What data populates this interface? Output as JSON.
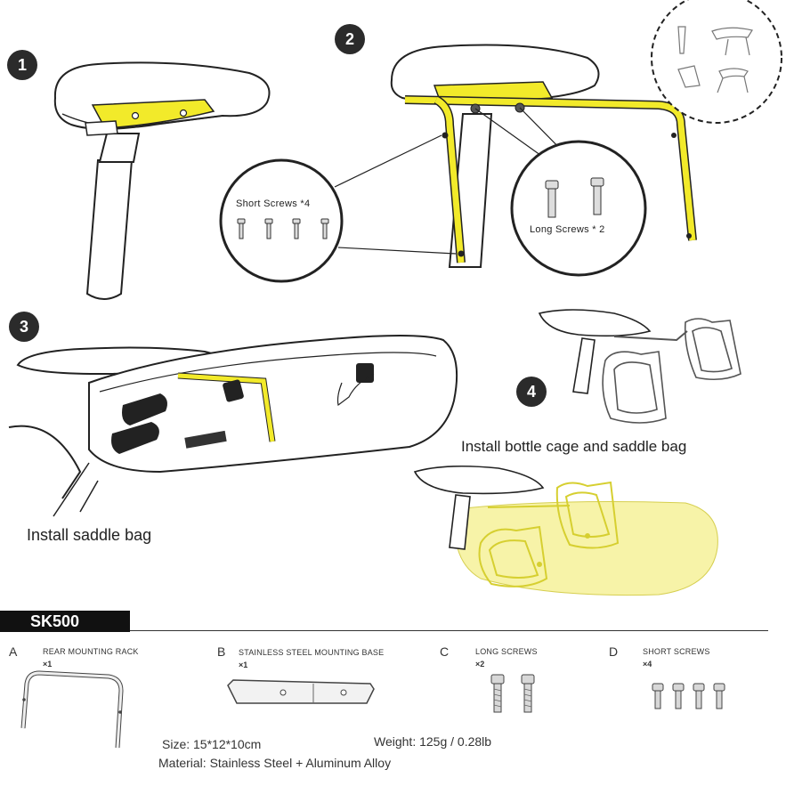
{
  "steps": [
    {
      "number": "1"
    },
    {
      "number": "2"
    },
    {
      "number": "3",
      "caption": "Install saddle bag"
    },
    {
      "number": "4",
      "caption": "Install bottle cage and saddle bag"
    }
  ],
  "callouts": {
    "short_screws": "Short Screws *4",
    "long_screws": "Long Screws * 2"
  },
  "model": "SK500",
  "parts": [
    {
      "letter": "A",
      "name": "REAR MOUNTING RACK",
      "qty": "×1"
    },
    {
      "letter": "B",
      "name": "STAINLESS STEEL MOUNTING BASE",
      "qty": "×1"
    },
    {
      "letter": "C",
      "name": "LONG SCREWS",
      "qty": "×2"
    },
    {
      "letter": "D",
      "name": "SHORT SCREWS",
      "qty": "×4"
    }
  ],
  "specs": {
    "size": "Size: 15*12*10cm",
    "weight": "Weight: 125g / 0.28lb",
    "material": "Material: Stainless Steel + Aluminum Alloy"
  },
  "colors": {
    "highlight": "#f2ea2a",
    "highlight_soft": "#f7f3a8",
    "ink": "#222222"
  }
}
